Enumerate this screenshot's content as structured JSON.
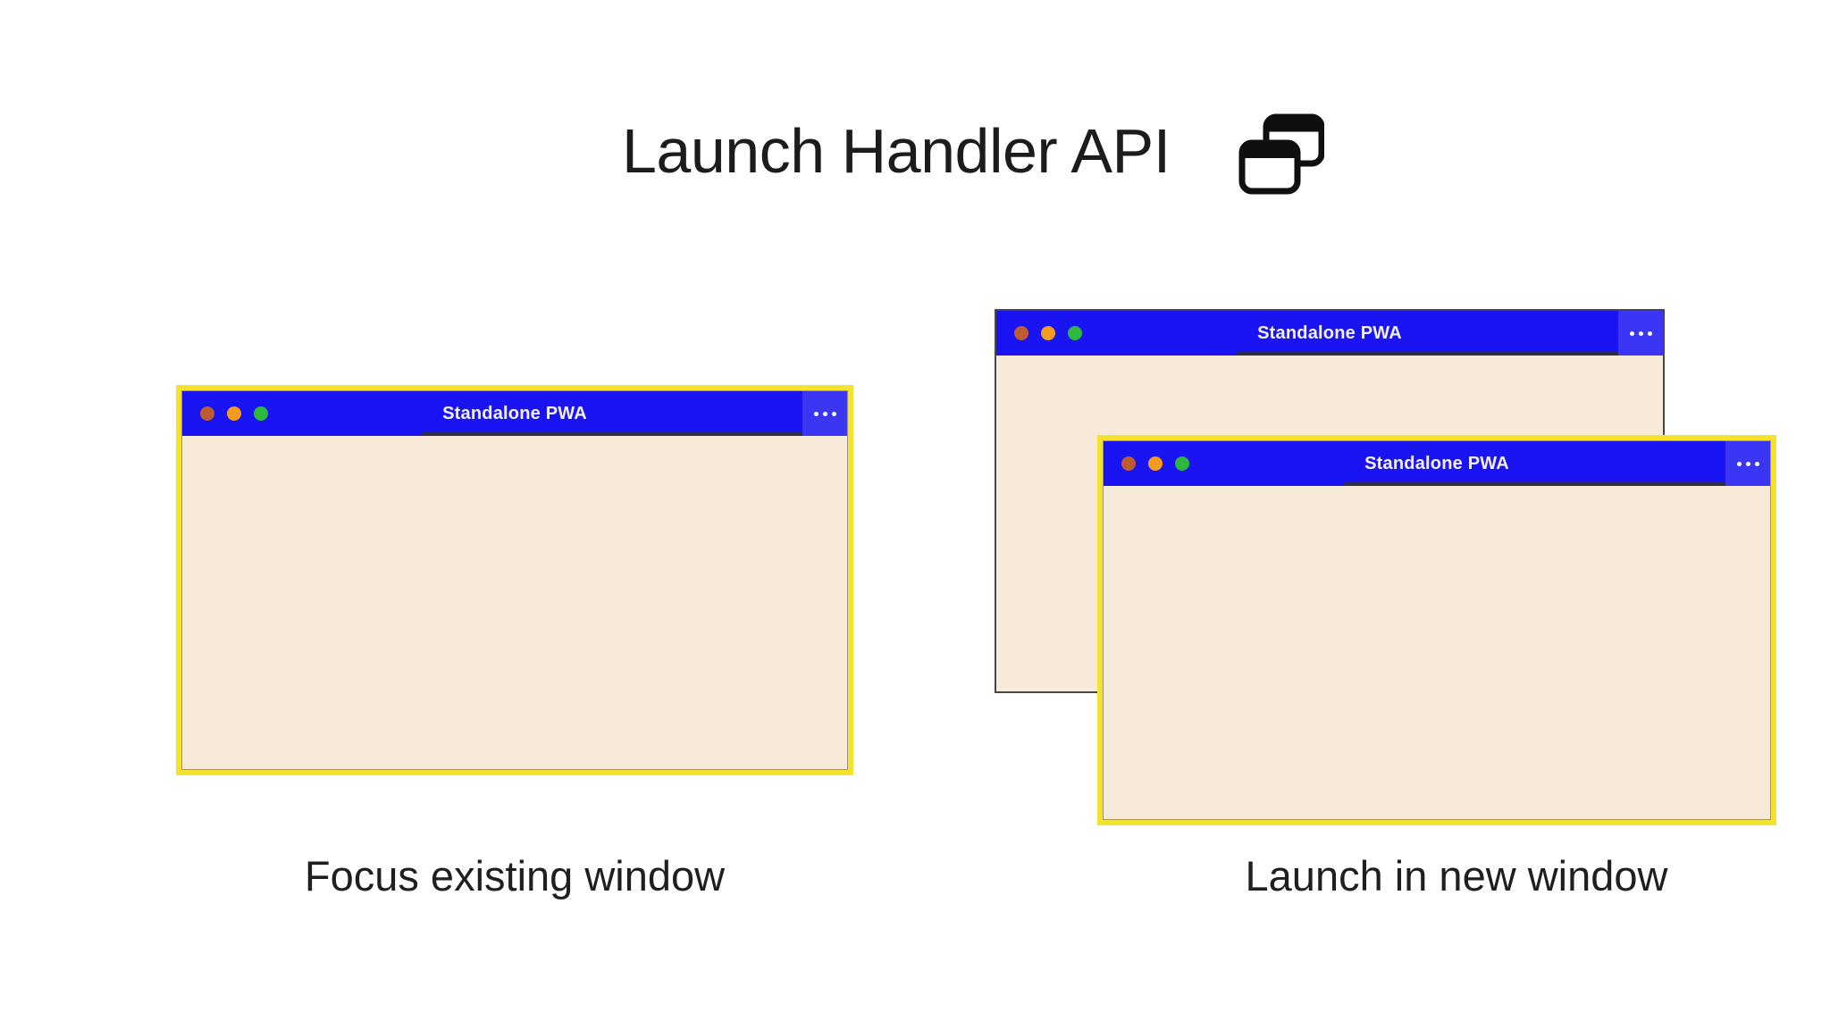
{
  "header": {
    "title": "Launch Handler API",
    "icon": "overlapping-windows-icon"
  },
  "figures": [
    {
      "caption": "Focus existing window",
      "windows": [
        {
          "title": "Standalone PWA",
          "state": "focused",
          "traffic_lights": [
            "red",
            "yellow",
            "green"
          ],
          "menu_icon": "ellipsis-icon"
        }
      ]
    },
    {
      "caption": "Launch in new window",
      "windows": [
        {
          "title": "Standalone PWA",
          "state": "background",
          "traffic_lights": [
            "red",
            "yellow",
            "green"
          ],
          "menu_icon": "ellipsis-icon"
        },
        {
          "title": "Standalone PWA",
          "state": "focused",
          "traffic_lights": [
            "red",
            "yellow",
            "green"
          ],
          "menu_icon": "ellipsis-icon"
        }
      ]
    }
  ],
  "colors": {
    "titlebar_blue": "#1a13f2",
    "menu_button_blue": "#3a36f4",
    "window_body_cream": "#f8ead8",
    "focus_outline_yellow": "#f5e22c",
    "background_window_border": "#474747",
    "traffic_dot_red": "#bd5c33",
    "traffic_dot_yellow": "#f59c1e",
    "traffic_dot_green": "#2eb83c",
    "title_text": "#1c1c1e",
    "titlebar_text": "#f3f1ff"
  }
}
